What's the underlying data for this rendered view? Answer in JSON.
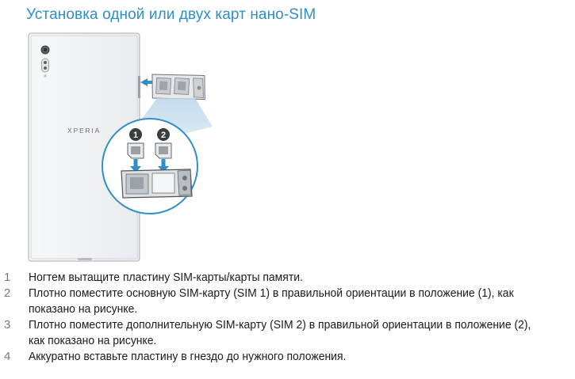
{
  "page": {
    "title": "Установка одной или двух карт нано-SIM"
  },
  "illustration": {
    "phone_brand": "XPERIA",
    "callout_1": "1",
    "callout_2": "2",
    "accent_color": "#2f8fc9"
  },
  "steps": [
    {
      "num": "1",
      "text": "Ногтем вытащите пластину SIM-карты/карты памяти."
    },
    {
      "num": "2",
      "text": "Плотно поместите основную SIM-карту (SIM 1) в правильной ориентации в положение (1), как показано на рисунке."
    },
    {
      "num": "3",
      "text": "Плотно поместите дополнительную SIM-карту (SIM 2) в правильной ориентации в положение (2), как показано на рисунке."
    },
    {
      "num": "4",
      "text": "Аккуратно вставьте пластину в гнездо до нужного положения."
    }
  ]
}
